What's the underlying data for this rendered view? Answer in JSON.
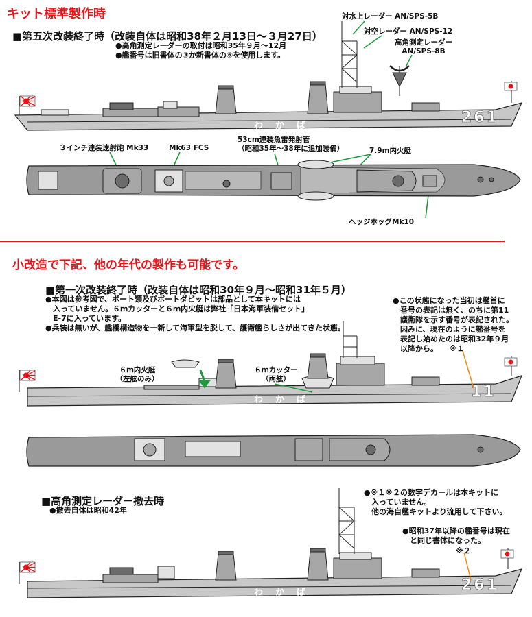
{
  "section1": {
    "title": "キット標準製作時",
    "heading": "■第五次改装終了時（改装自体は昭和38年２月13日～３月27日）",
    "notes": [
      "●高角測定レーダーの取付は昭和35年９月～12月",
      "●艦番号は旧書体の③か新書体の⑥を使用します。"
    ],
    "labels": {
      "radar_surface": "対水上レーダー AN/SPS-5B",
      "radar_air": "対空レーダー AN/SPS-12",
      "radar_height_1": "高角測定レーダー",
      "radar_height_2": "AN/SPS-8B",
      "gun": "３インチ連装速射砲 Mk33",
      "fcs": "Mk63 FCS",
      "torpedo_1": "53cm連装魚雷発射管",
      "torpedo_2": "（昭和35年～38年に追加装備）",
      "launch": "7.9m内火艇",
      "hedgehog": "ヘッジホッグMk10"
    },
    "hull_number": "261",
    "ship_name": "わかば"
  },
  "section2": {
    "title": "小改造で下記、他の年代の製作も可能です。",
    "heading": "■第一次改装終了時（改装自体は昭和30年９月～昭和31年５月）",
    "notes": [
      "●本図は参考図で、ボート類及びボートダビットは部品として本キットには",
      "　入っていません。６ｍカッターと６ｍ内火艇は弊社「日本海軍装備セット」",
      "　E-7に入っています。",
      "●兵装は無いが、艦橋構造物を一新して海軍型を脱して、護衛艦らしさが出てきた状態。"
    ],
    "side_note": [
      "●この状態になった当初は艦首に",
      "　番号の表記は無く、のちに第11",
      "　護衛隊を示す番号が表記された。",
      "　因みに、現在のように艦番号を",
      "　表記し始めたのは昭和32年９月",
      "　以降から。　　※１"
    ],
    "labels": {
      "launch_1": "６ｍ内火艇",
      "launch_2": "（左舷のみ）",
      "cutter_1": "６ｍカッター",
      "cutter_2": "（両舷）"
    },
    "hull_number": "11",
    "ship_name": "わかば"
  },
  "section3": {
    "heading": "■高角測定レーダー撤去時",
    "notes": [
      "●撤去自体は昭和42年"
    ],
    "side_note_1": [
      "●※１※２の数字デカールは本キットに",
      "　入っていません。",
      "　他の海自艦キットより流用して下さい。"
    ],
    "side_note_2": [
      "●昭和37年以降の艦番号は現在",
      "　と同じ書体になった。",
      "※２"
    ],
    "hull_number": "261",
    "ship_name": "わかば"
  },
  "colors": {
    "accent_red": "#e8141a",
    "hull_gray": "#c8c8c8",
    "deck_gray": "#9a9a9a",
    "annotation_green": "#1f9a3a",
    "annotation_orange": "#ef8a12"
  }
}
